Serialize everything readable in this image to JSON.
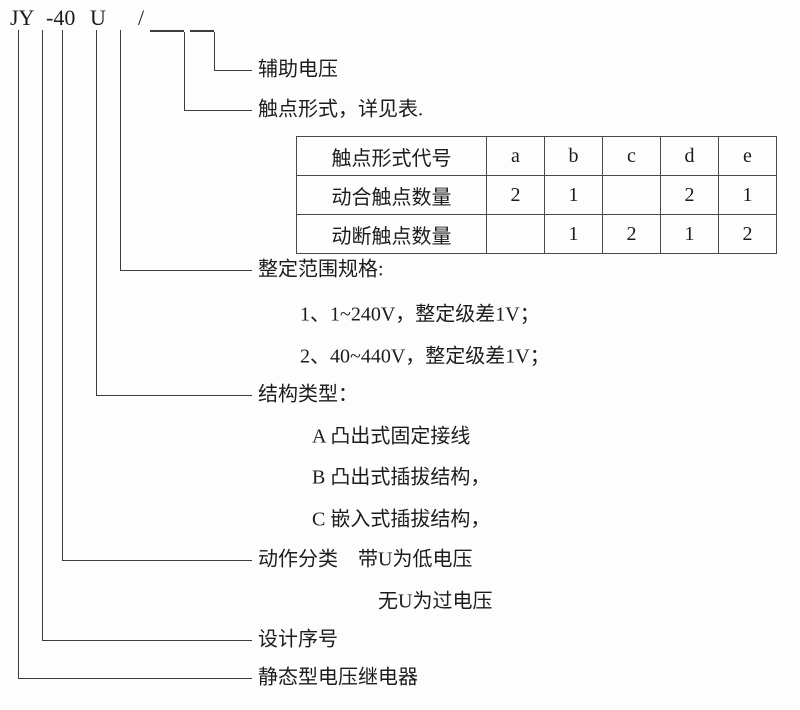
{
  "model": {
    "jy": "JY",
    "dash40": "-40",
    "u": "U",
    "slash": "/"
  },
  "callouts": {
    "aux_voltage": "辅助电压",
    "contact_form": "触点形式，详见表.",
    "setting_range": "整定范围规格:",
    "setting_range_item1": "1、1~240V，整定级差1V；",
    "setting_range_item2": "2、40~440V，整定级差1V；",
    "structure_type": "结构类型：",
    "structure_a": "A 凸出式固定接线",
    "structure_b": "B 凸出式插拔结构，",
    "structure_c": "C 嵌入式插拔结构，",
    "action_class": "动作分类　带U为低电压",
    "action_class_alt": "无U为过电压",
    "design_serial": "设计序号",
    "relay_name": "静态型电压继电器"
  },
  "table": {
    "rows": [
      [
        "触点形式代号",
        "a",
        "b",
        "c",
        "d",
        "e"
      ],
      [
        "动合触点数量",
        "2",
        "1",
        "",
        "2",
        "1"
      ],
      [
        "动断触点数量",
        "",
        "1",
        "2",
        "1",
        "2"
      ]
    ]
  },
  "colors": {
    "line": "#3c3c3c",
    "text": "#1c1c1c",
    "background": "#fdfdfd"
  }
}
